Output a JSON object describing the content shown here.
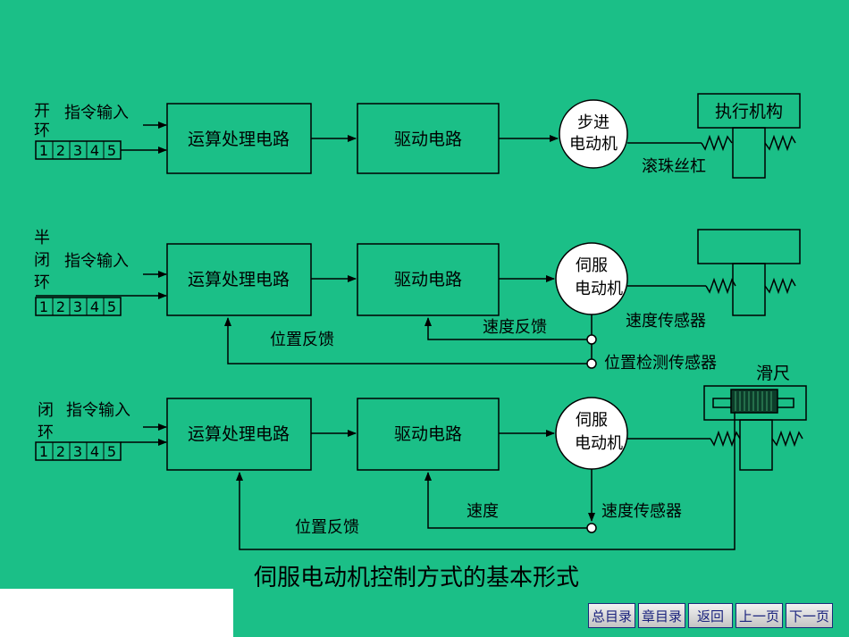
{
  "background": "#1bbf87",
  "colors": {
    "line": "#000000",
    "box_fill": "#1bbf87",
    "circle_fill": "#ffffff"
  },
  "common": {
    "command_input": "指令输入",
    "digits": [
      "1",
      "2",
      "3",
      "4",
      "5"
    ],
    "compute_circuit": "运算处理电路",
    "drive_circuit": "驱动电路"
  },
  "open_loop": {
    "label": [
      "开",
      "环"
    ],
    "motor": [
      "步进",
      "电动机"
    ],
    "actuator": "执行机构",
    "ballscrew": "滚珠丝杠"
  },
  "semi_closed": {
    "label": [
      "半",
      "闭",
      "环"
    ],
    "motor": [
      "伺服",
      "电动机"
    ],
    "speed_feedback": "速度反馈",
    "position_feedback": "位置反馈",
    "speed_sensor": "速度传感器",
    "position_sensor": "位置检测传感器"
  },
  "closed_loop": {
    "label": [
      "闭",
      "环"
    ],
    "motor": [
      "伺服",
      "电动机"
    ],
    "slider": "滑尺",
    "speed": "速度",
    "speed_sensor": "速度传感器",
    "position_feedback": "位置反馈"
  },
  "caption": "伺服电动机控制方式的基本形式",
  "nav": [
    "总目录",
    "章目录",
    "返回",
    "上一页",
    "下一页"
  ]
}
